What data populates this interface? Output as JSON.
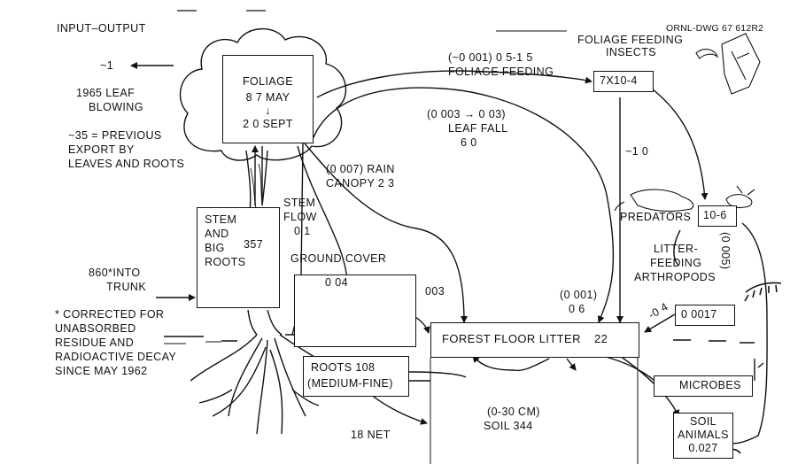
{
  "drawing_id": "ORNL-DWG 67 612R2",
  "title": "INPUT–OUTPUT",
  "leaf_loss": {
    "value": "~1",
    "note_line1": "1965 LEAF",
    "note_line2": "BLOWING"
  },
  "previous_export": [
    "~35 = PREVIOUS",
    "EXPORT BY",
    "LEAVES AND ROOTS"
  ],
  "trunk_input": {
    "line1": "860*INTO",
    "line2": "TRUNK"
  },
  "footnote": [
    "* CORRECTED FOR",
    "UNABSORBED",
    "RESIDUE AND",
    "RADIOACTIVE DECAY",
    "SINCE MAY 1962"
  ],
  "foliage": {
    "label": "FOLIAGE",
    "may": "8 7 MAY",
    "arrow": "↓",
    "sept": "2 0 SEPT"
  },
  "stem": {
    "label1": "STEM",
    "label2": "AND",
    "label3": "BIG",
    "label4": "ROOTS",
    "value": "357"
  },
  "stem_flow": {
    "line1": "STEM",
    "line2": "FLOW",
    "value": "0 1"
  },
  "ground_cover": {
    "label": "GROUND COVER",
    "value": "0 04",
    "flux": "003"
  },
  "rain_canopy": {
    "line1": "(0 007) RAIN",
    "line2": "CANOPY 2 3"
  },
  "leaf_fall": {
    "line1": "(0 003 → 0 03)",
    "line2": "LEAF FALL",
    "value": "6 0"
  },
  "foliage_feeding": {
    "line1": "(~0 001) 0 5-1 5",
    "line2": "FOLIAGE FEEDING"
  },
  "insects": {
    "label1": "FOLIAGE FEEDING",
    "label2": "INSECTS",
    "value": "7x10-4"
  },
  "insect_flux": "~1 0",
  "predators": {
    "label": "PREDATORS",
    "value": "10-6",
    "flux": "(0 005)"
  },
  "litter_arthropods": {
    "label1": "LITTER-",
    "label2": "FEEDING",
    "label3": "ARTHROPODS",
    "value": "0 0017",
    "flux": "-0 4"
  },
  "litter": {
    "label": "FOREST FLOOR LITTER",
    "value": "22",
    "flux1": "(0 001)",
    "flux2": "0 6"
  },
  "roots": {
    "line1": "ROOTS  108",
    "line2": "(MEDIUM-FINE)",
    "net": "18 NET"
  },
  "soil": {
    "line1": "(0-30 cm)",
    "line2": "SOIL 344"
  },
  "microbes": {
    "label": "MICROBES"
  },
  "soil_animals": {
    "label1": "SOIL",
    "label2": "ANIMALS",
    "value": "0.027"
  }
}
